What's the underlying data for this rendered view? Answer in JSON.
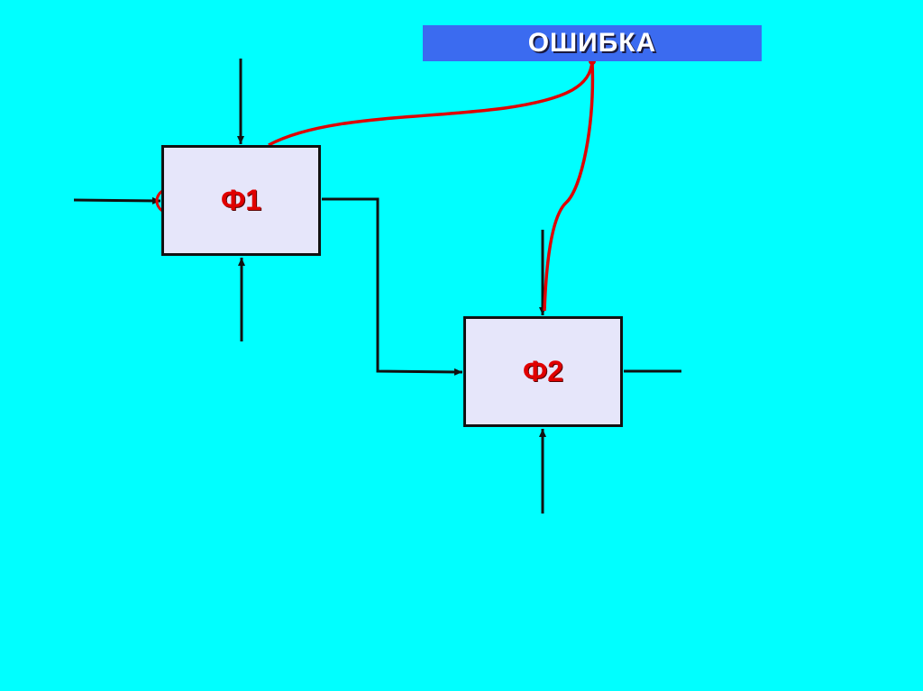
{
  "error_label": "ОШИБКА",
  "blocks": {
    "f1": {
      "label": "Ф1"
    },
    "f2": {
      "label": "Ф2"
    }
  },
  "colors": {
    "background": "#00FFFF",
    "banner": "#3B6BF0",
    "block_fill": "#E6E6FA",
    "block_text": "#E00000",
    "error_wire": "#E00000",
    "wire": "#111111"
  }
}
